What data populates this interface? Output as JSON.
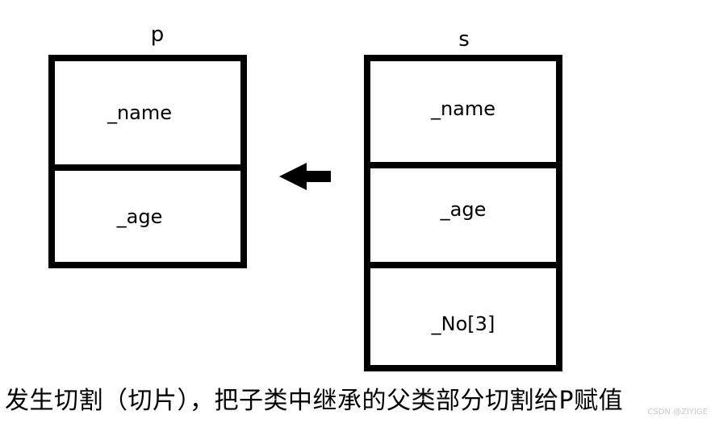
{
  "parent_object": {
    "label": "p",
    "fields": [
      "_name",
      "_age"
    ]
  },
  "child_object": {
    "label": "s",
    "fields": [
      "_name",
      "_age",
      "_No[3]"
    ]
  },
  "arrow": {
    "direction": "left",
    "color": "#000000"
  },
  "caption": "发生切割（切片），把子类中继承的父类部分切割给P赋值",
  "watermark": "CSDN @ZIYIGE"
}
